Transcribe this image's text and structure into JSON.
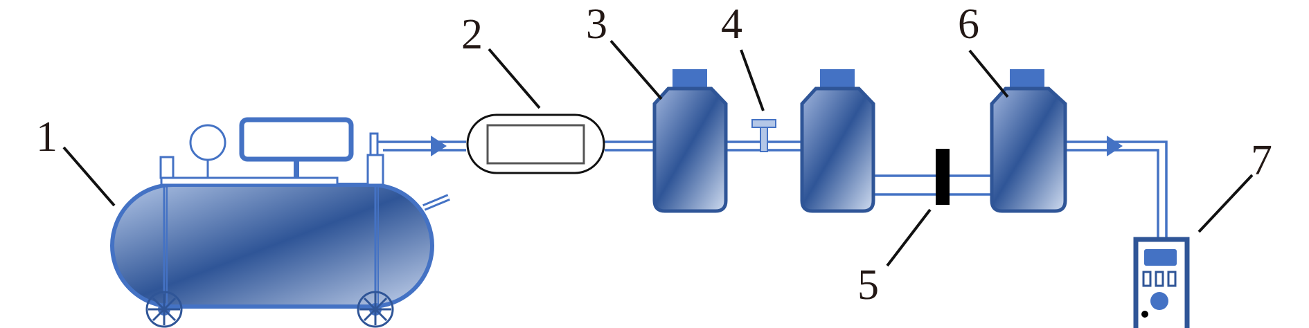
{
  "labels": {
    "compressor": "1",
    "component_2": "2",
    "bottle_3": "3",
    "valve_4": "4",
    "filter_5": "5",
    "bottle_6": "6",
    "meter_7": "7"
  },
  "colors": {
    "line_blue": "#4472c4",
    "dark_blue": "#2f5597",
    "light_blue": "#b4c7e7",
    "label": "#231815"
  }
}
